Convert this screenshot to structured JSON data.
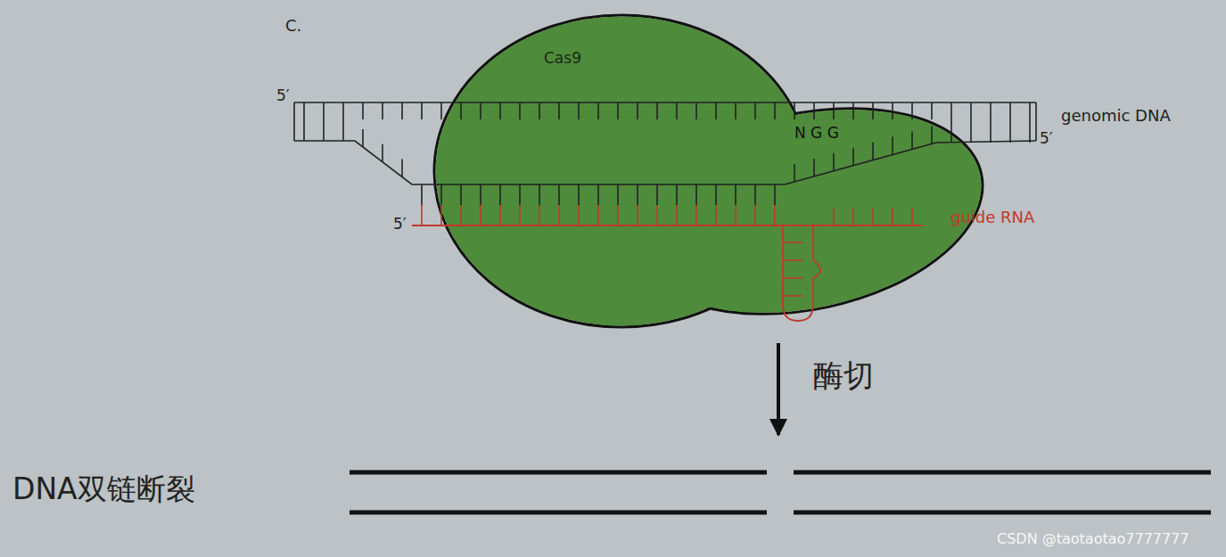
{
  "diagram": {
    "nodes": [
      {
        "text": [
          "Cas9"
        ]
      }
    ],
    "labels": [
      "C.",
      "5′",
      "genomic DNA",
      "N G G",
      "5′",
      "5′",
      "guide RNA",
      "酶切",
      "DNA双链断裂",
      "CSDN @taotaotao7777777"
    ]
  }
}
